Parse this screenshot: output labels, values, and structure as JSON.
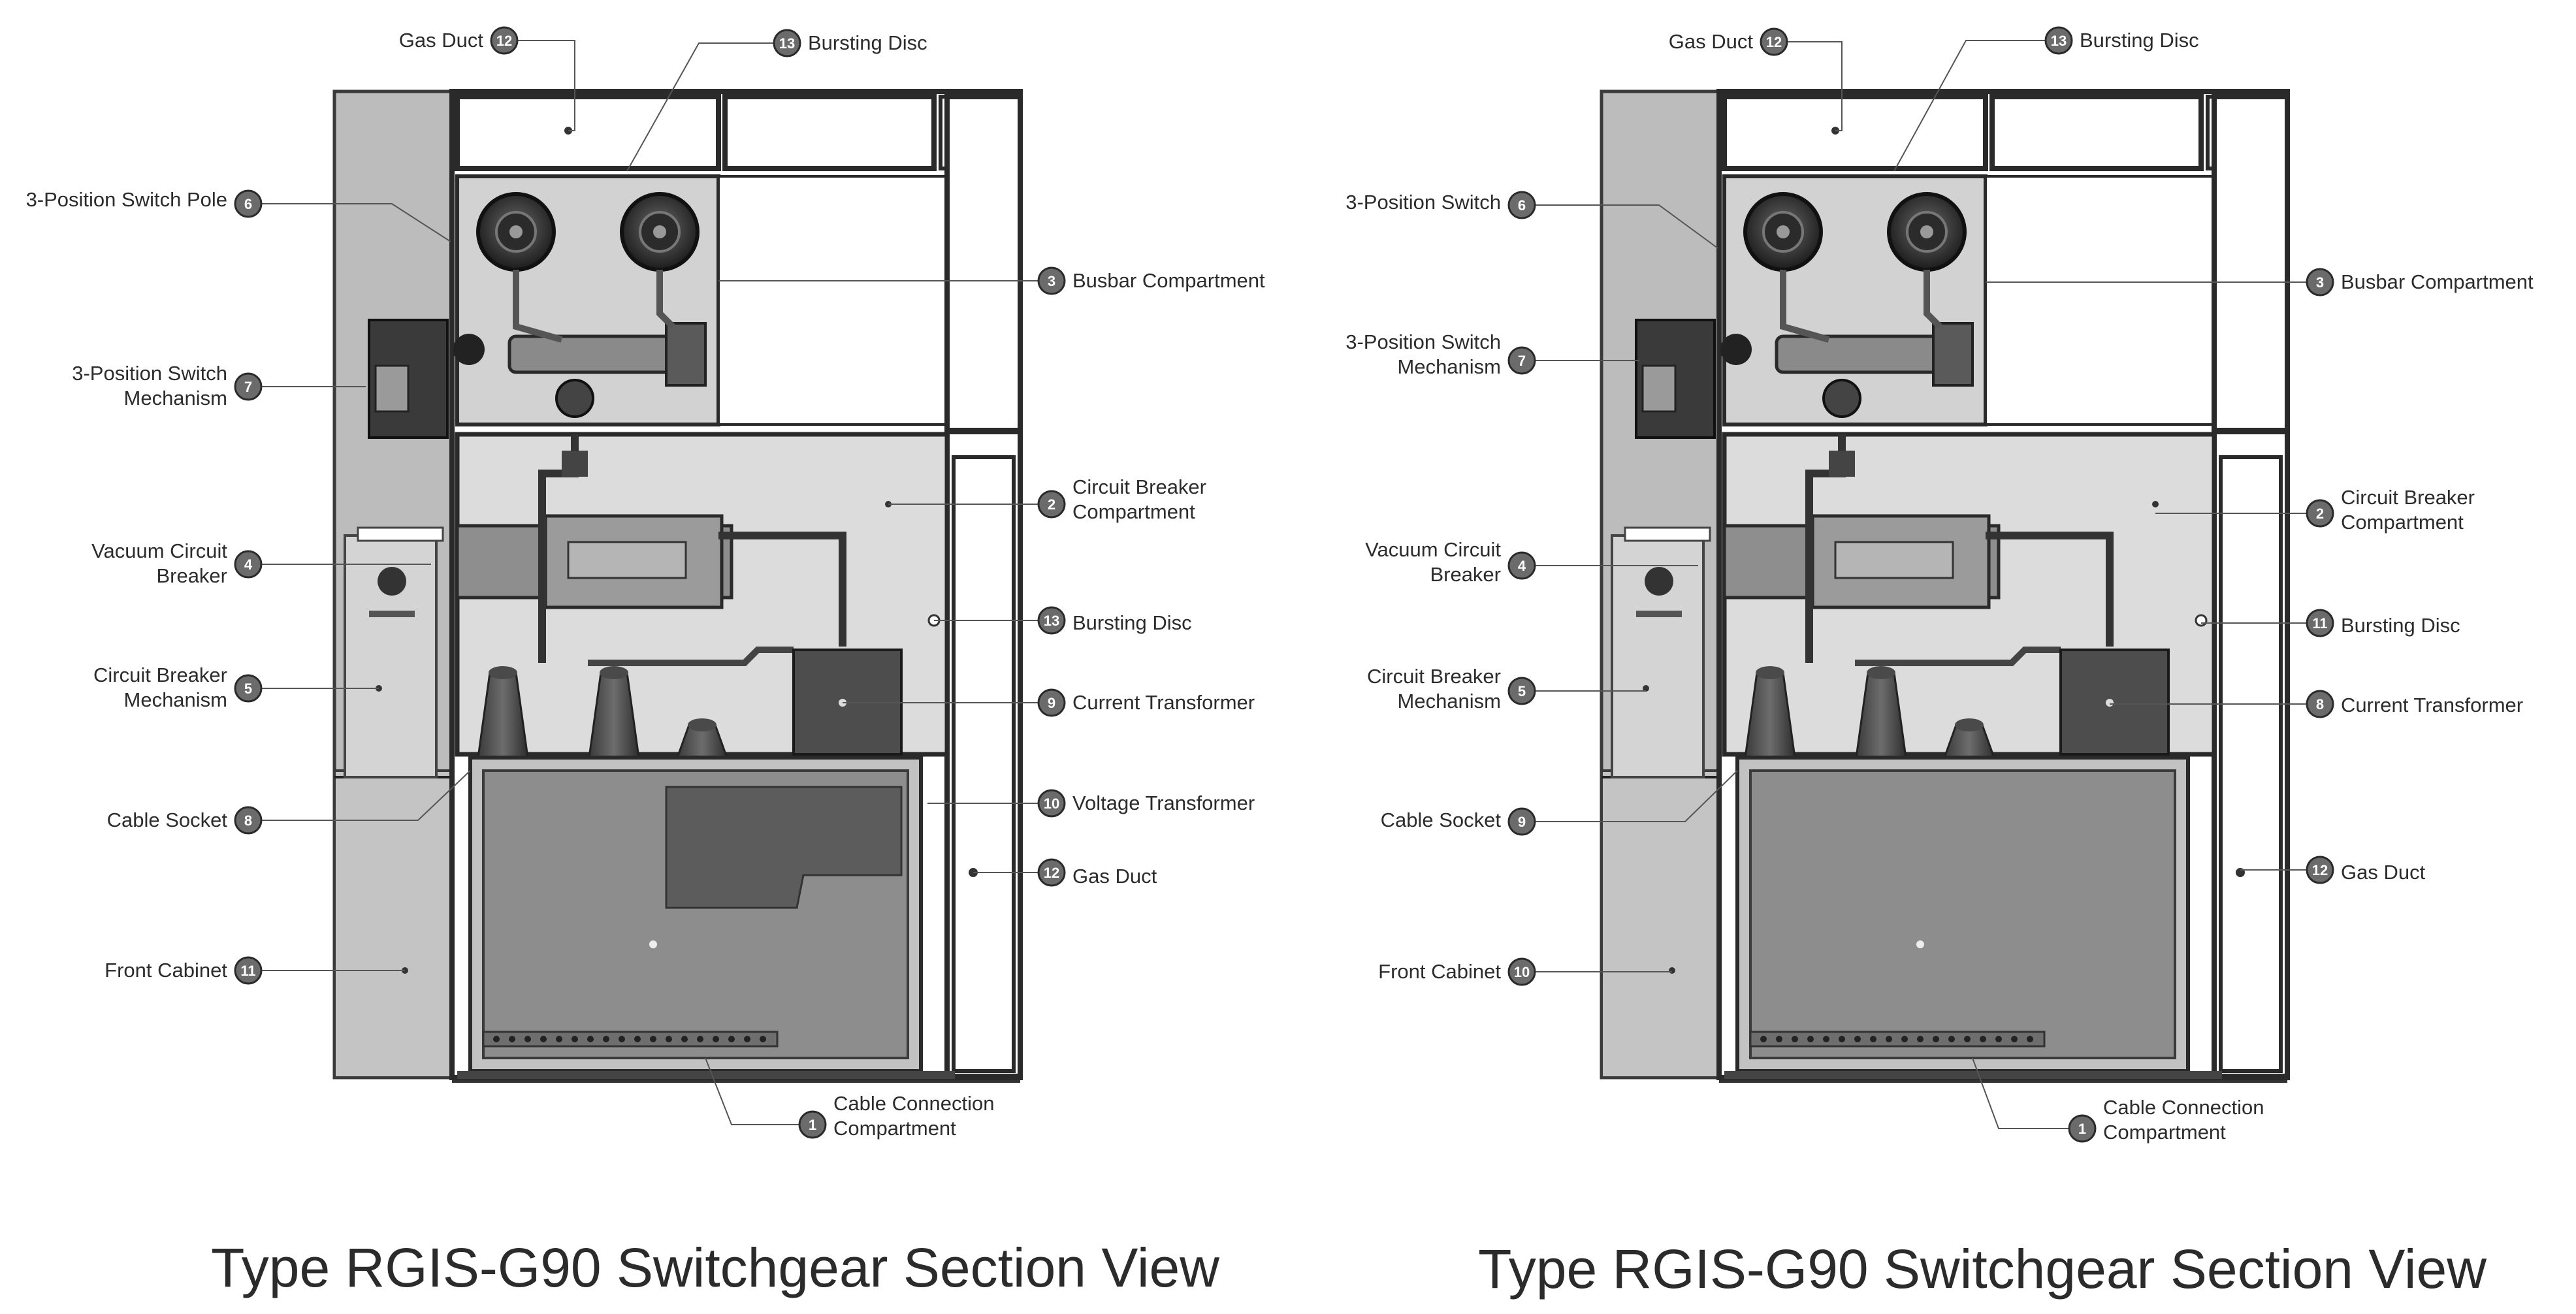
{
  "diagrams": [
    {
      "caption": "Type RGIS-G90 Switchgear Section View",
      "callouts": [
        {
          "id": "gas_duct_top",
          "lines": [
            "Gas Duct"
          ],
          "number": "12"
        },
        {
          "id": "bursting_disc_top",
          "lines": [
            "Bursting Disc"
          ],
          "number": "13"
        },
        {
          "id": "switch_pole",
          "lines": [
            "3-Position Switch Pole"
          ],
          "number": "6"
        },
        {
          "id": "switch_mechanism",
          "lines": [
            "3-Position Switch",
            "Mechanism"
          ],
          "number": "7"
        },
        {
          "id": "vcb",
          "lines": [
            "Vacuum Circuit",
            "Breaker"
          ],
          "number": "4"
        },
        {
          "id": "cb_mechanism",
          "lines": [
            "Circuit Breaker",
            "Mechanism"
          ],
          "number": "5"
        },
        {
          "id": "cable_socket",
          "lines": [
            "Cable Socket"
          ],
          "number": "8"
        },
        {
          "id": "front_cabinet",
          "lines": [
            "Front Cabinet"
          ],
          "number": "11"
        },
        {
          "id": "busbar",
          "lines": [
            "Busbar Compartment"
          ],
          "number": "3"
        },
        {
          "id": "cb_compartment",
          "lines": [
            "Circuit Breaker",
            "Compartment"
          ],
          "number": "2"
        },
        {
          "id": "bursting_disc_mid",
          "lines": [
            "Bursting Disc"
          ],
          "number": "13"
        },
        {
          "id": "ct",
          "lines": [
            "Current Transformer"
          ],
          "number": "9"
        },
        {
          "id": "vt",
          "lines": [
            "Voltage Transformer"
          ],
          "number": "10"
        },
        {
          "id": "gas_duct_right",
          "lines": [
            "Gas Duct"
          ],
          "number": "12"
        },
        {
          "id": "cable_conn",
          "lines": [
            "Cable Connection",
            "Compartment"
          ],
          "number": "1"
        }
      ]
    },
    {
      "caption": "Type RGIS-G90 Switchgear Section View",
      "callouts": [
        {
          "id": "gas_duct_top",
          "lines": [
            "Gas Duct"
          ],
          "number": "12"
        },
        {
          "id": "bursting_disc_top",
          "lines": [
            "Bursting Disc"
          ],
          "number": "13"
        },
        {
          "id": "switch_pole",
          "lines": [
            "3-Position Switch"
          ],
          "number": "6"
        },
        {
          "id": "switch_mechanism",
          "lines": [
            "3-Position Switch",
            "Mechanism"
          ],
          "number": "7"
        },
        {
          "id": "vcb",
          "lines": [
            "Vacuum Circuit",
            "Breaker"
          ],
          "number": "4"
        },
        {
          "id": "cb_mechanism",
          "lines": [
            "Circuit Breaker",
            "Mechanism"
          ],
          "number": "5"
        },
        {
          "id": "cable_socket",
          "lines": [
            "Cable Socket"
          ],
          "number": "9"
        },
        {
          "id": "front_cabinet",
          "lines": [
            "Front Cabinet"
          ],
          "number": "10"
        },
        {
          "id": "busbar",
          "lines": [
            "Busbar Compartment"
          ],
          "number": "3"
        },
        {
          "id": "cb_compartment",
          "lines": [
            "Circuit Breaker",
            "Compartment"
          ],
          "number": "2"
        },
        {
          "id": "bursting_disc_mid",
          "lines": [
            "Bursting Disc"
          ],
          "number": "11"
        },
        {
          "id": "ct",
          "lines": [
            "Current Transformer"
          ],
          "number": "8"
        },
        {
          "id": "gas_duct_right",
          "lines": [
            "Gas Duct"
          ],
          "number": "12"
        },
        {
          "id": "cable_conn",
          "lines": [
            "Cable Connection",
            "Compartment"
          ],
          "number": "1"
        }
      ]
    }
  ]
}
